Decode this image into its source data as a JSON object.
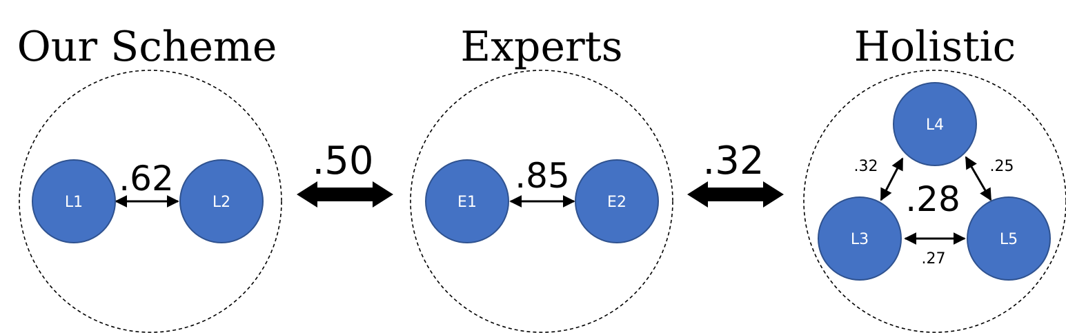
{
  "groups": [
    {
      "title": "Our Scheme",
      "nodes": [
        "L1",
        "L2"
      ],
      "within_agreement": ".62"
    },
    {
      "title": "Experts",
      "nodes": [
        "E1",
        "E2"
      ],
      "within_agreement": ".85"
    },
    {
      "title": "Holistic",
      "nodes": [
        "L4",
        "L3",
        "L5"
      ],
      "within_agreement": ".28",
      "pairwise": {
        "L3-L4": ".32",
        "L4-L5": ".25",
        "L3-L5": ".27"
      }
    }
  ],
  "between": {
    "scheme_experts": ".50",
    "experts_holistic": ".32"
  },
  "colors": {
    "node_fill": "#4472c4",
    "node_stroke": "#2f528f",
    "text": "#000000"
  }
}
